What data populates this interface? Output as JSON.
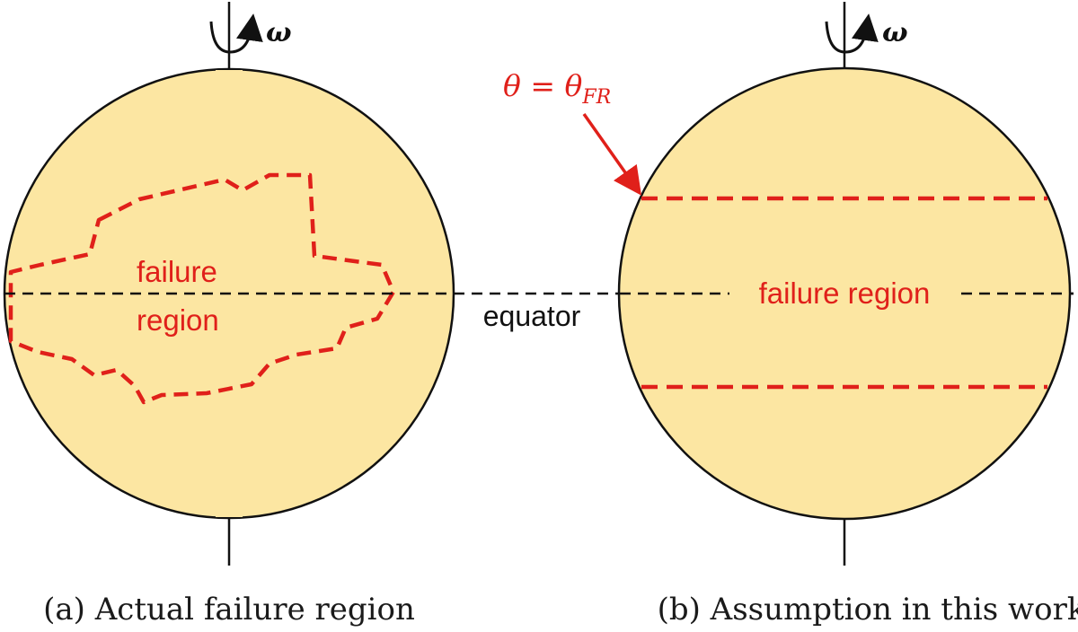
{
  "panel_a": {
    "rotation_symbol": "ω",
    "region_label_line1": "failure",
    "region_label_line2": "region",
    "caption": "(a) Actual failure region"
  },
  "panel_b": {
    "rotation_symbol": "ω",
    "theta_main": "θ = θ",
    "theta_subscript": "FR",
    "region_label": "failure region",
    "caption": "(b) Assumption in this work"
  },
  "equator_label": "equator",
  "colors": {
    "sphere_fill": "#fce6a2",
    "failure_red": "#e0201a",
    "outline": "#111111"
  }
}
